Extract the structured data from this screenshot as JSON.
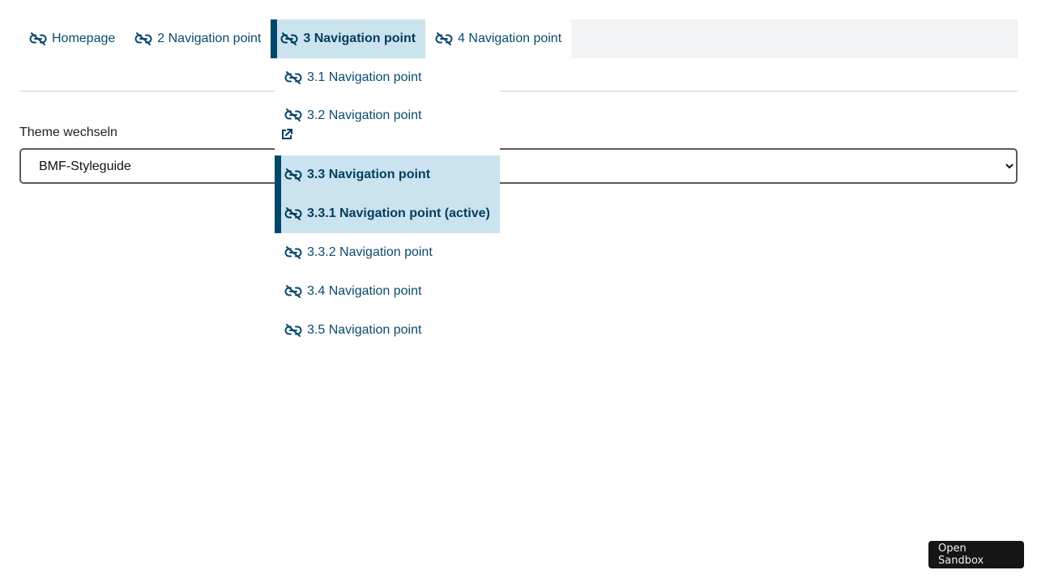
{
  "nav": {
    "items": [
      {
        "label": "Homepage",
        "icon": "link-slash-icon",
        "active": false
      },
      {
        "label": "2 Navigation point",
        "icon": "link-slash-icon",
        "active": false
      },
      {
        "label": "3 Navigation point",
        "icon": "link-slash-icon",
        "active": true
      },
      {
        "label": "4 Navigation point",
        "icon": "link-slash-icon",
        "active": false
      }
    ]
  },
  "submenu": {
    "items": [
      {
        "label": "3.1 Navigation point",
        "icon": "link-slash-icon"
      },
      {
        "label": "3.2 Navigation point",
        "icon": "link-slash-icon",
        "extra_icon": "external-link-icon"
      },
      {
        "label": "3.3 Navigation point",
        "icon": "link-slash-icon",
        "active": true
      },
      {
        "label": "3.3.1 Navigation point (active)",
        "icon": "link-slash-icon",
        "active": true
      },
      {
        "label": "3.3.2 Navigation point",
        "icon": "link-slash-icon"
      },
      {
        "label": "3.4 Navigation point",
        "icon": "link-slash-icon"
      },
      {
        "label": "3.5 Navigation point",
        "icon": "link-slash-icon"
      }
    ]
  },
  "theme": {
    "label": "Theme wechseln",
    "selected": "BMF-Styleguide"
  },
  "sandbox": {
    "label": "Open Sandbox"
  },
  "colors": {
    "link": "#0a4a6e",
    "active_bg": "#cbe3ef",
    "active_bar": "#00486b",
    "nav_fill": "#f2f3f4"
  }
}
